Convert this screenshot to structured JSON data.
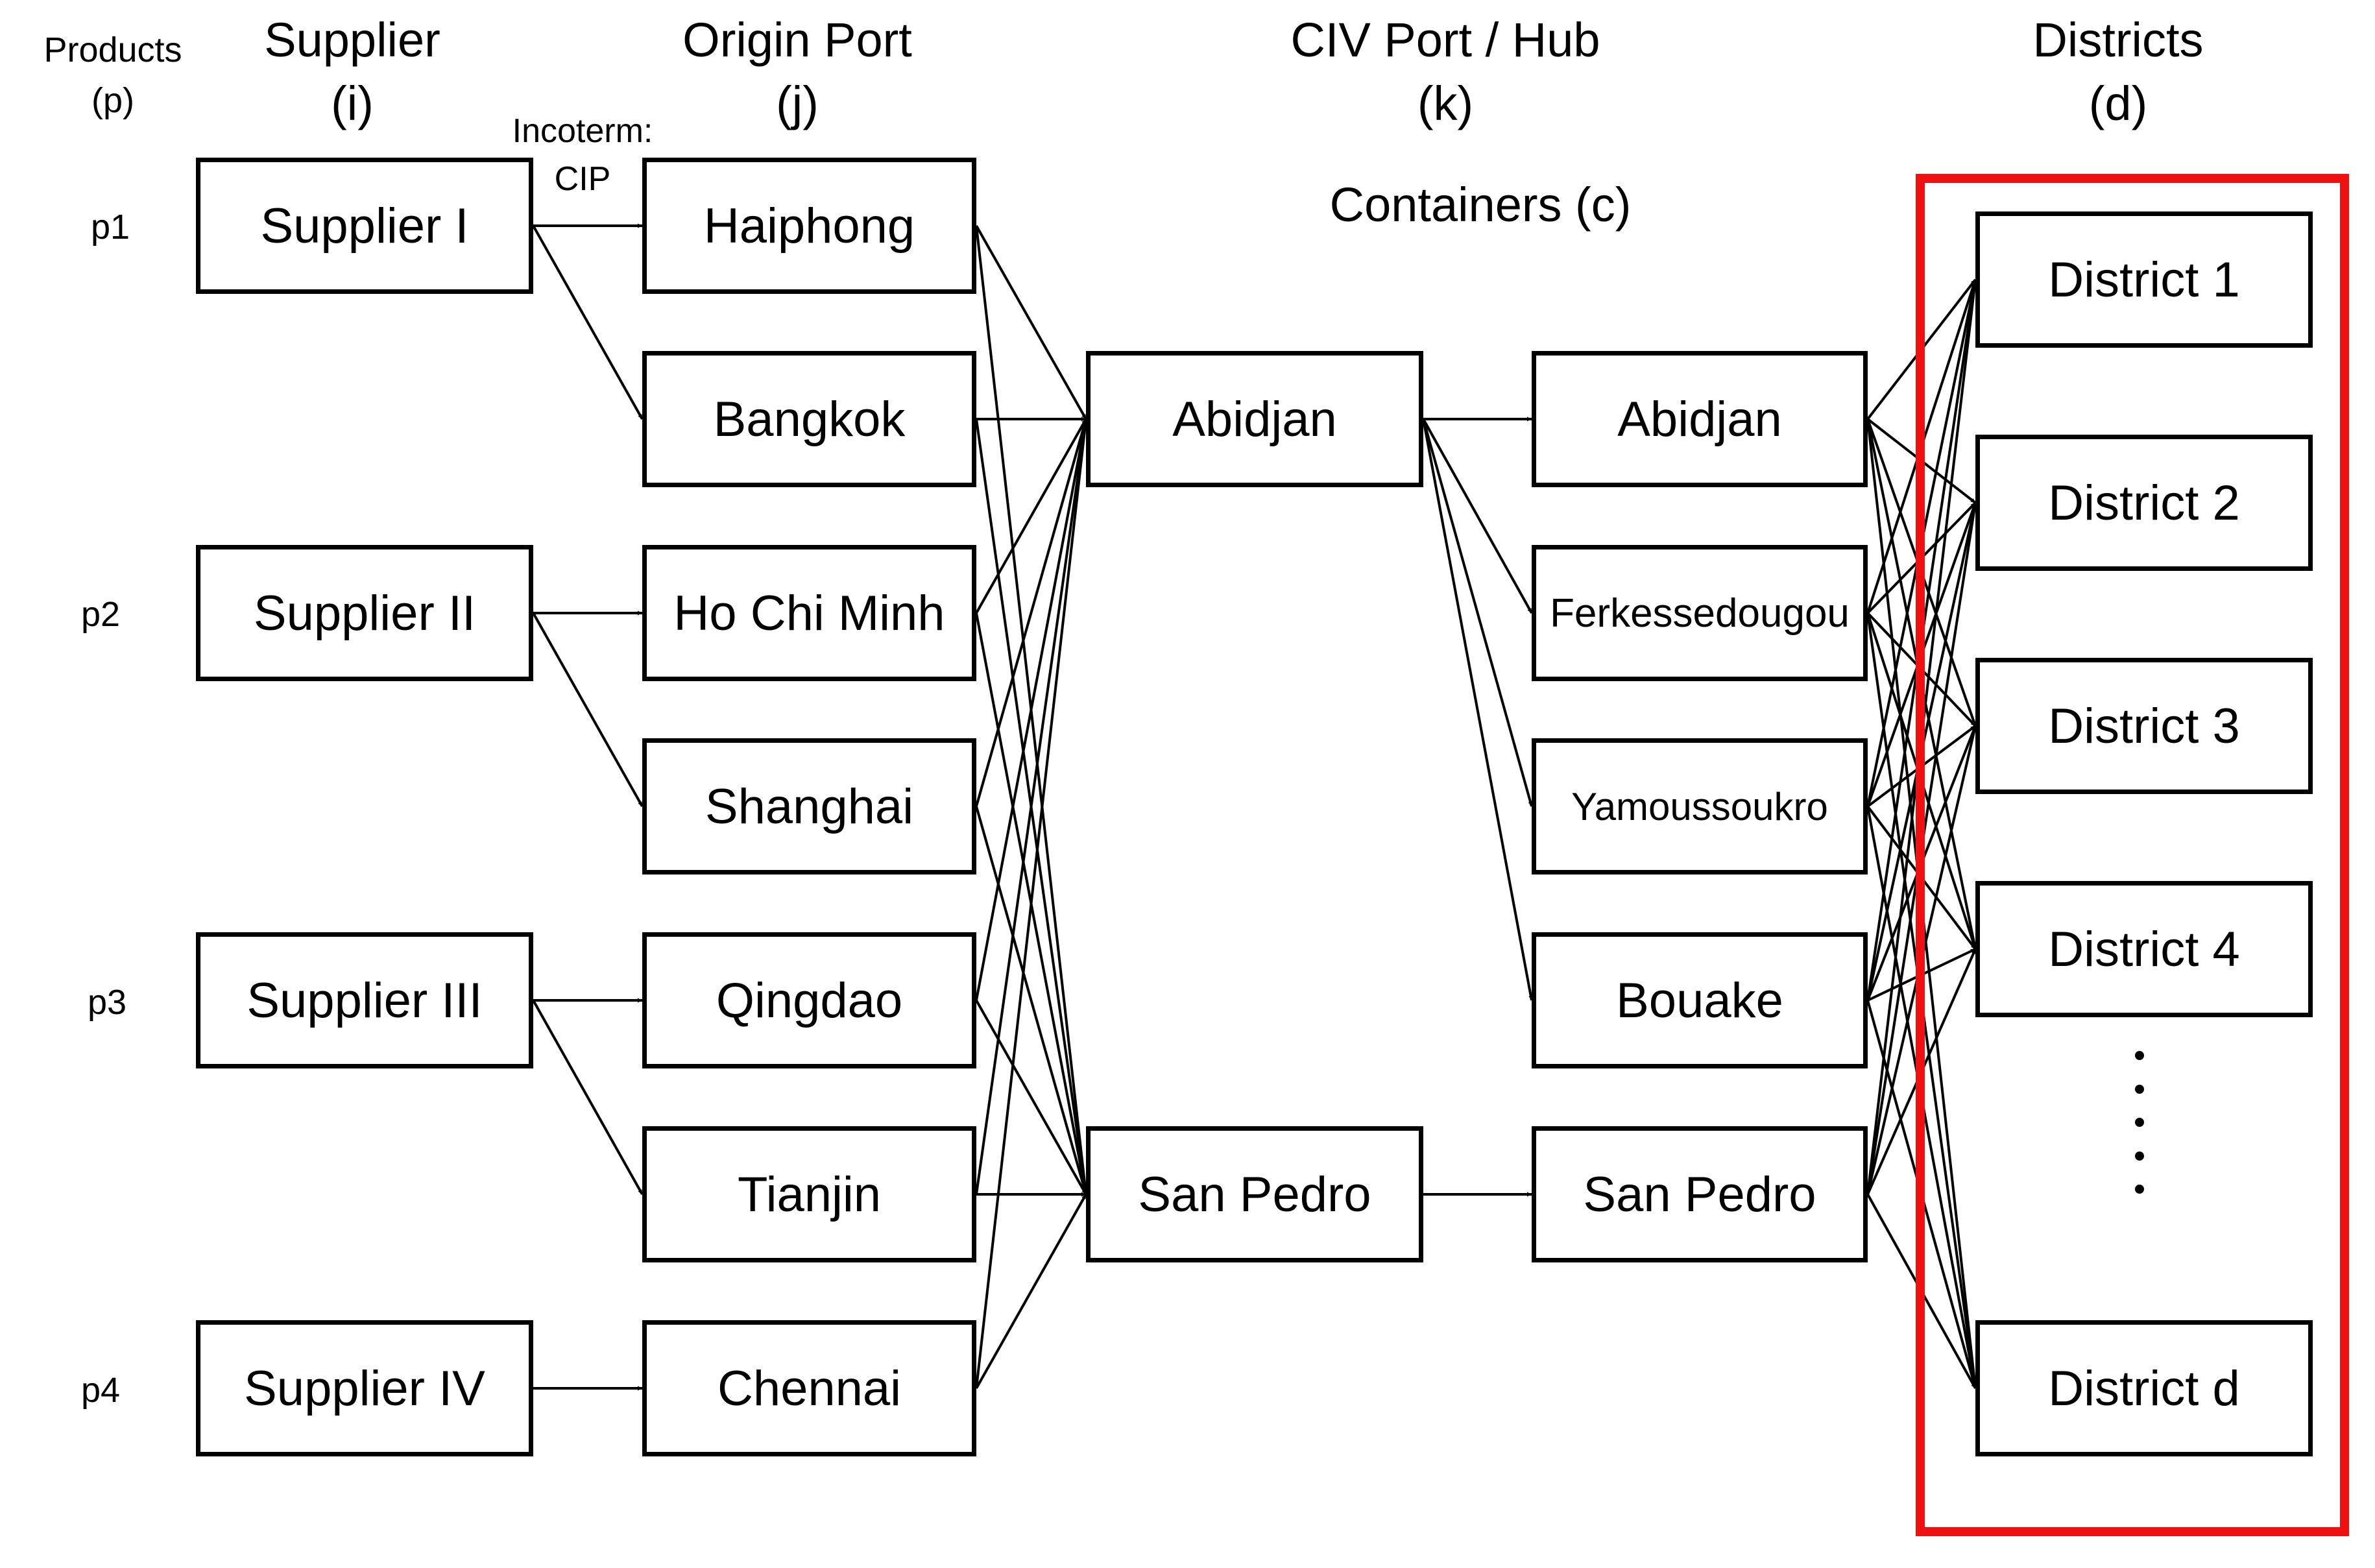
{
  "headers": {
    "products": "Products",
    "products_sym": "(p)",
    "supplier": "Supplier",
    "supplier_sym": "(i)",
    "origin": "Origin Port",
    "origin_sym": "(j)",
    "civ": "CIV Port / Hub",
    "civ_sym": "(k)",
    "districts": "Districts",
    "districts_sym": "(d)",
    "containers": "Containers (c)"
  },
  "incoterm": {
    "label": "Incoterm:",
    "value": "CIP"
  },
  "products": [
    "p1",
    "p2",
    "p3",
    "p4"
  ],
  "suppliers": [
    "Supplier I",
    "Supplier II",
    "Supplier III",
    "Supplier IV"
  ],
  "origin_ports": [
    "Haiphong",
    "Bangkok",
    "Ho Chi Minh",
    "Shanghai",
    "Qingdao",
    "Tianjin",
    "Chennai"
  ],
  "civ_ports": [
    "Abidjan",
    "San Pedro"
  ],
  "hubs": [
    "Abidjan",
    "Ferkessedougou",
    "Yamoussoukro",
    "Bouake",
    "San Pedro"
  ],
  "districts": [
    "District 1",
    "District 2",
    "District 3",
    "District 4",
    "District d"
  ],
  "highlight_color": "#ee1111",
  "edges": {
    "supplier_to_origin": [
      [
        0,
        0
      ],
      [
        0,
        1
      ],
      [
        1,
        2
      ],
      [
        1,
        3
      ],
      [
        2,
        4
      ],
      [
        2,
        5
      ],
      [
        3,
        6
      ]
    ],
    "origin_to_civ": "all",
    "civ_to_hub": [
      [
        0,
        0
      ],
      [
        0,
        1
      ],
      [
        0,
        2
      ],
      [
        0,
        3
      ],
      [
        1,
        4
      ]
    ],
    "hub_to_district": "all"
  }
}
